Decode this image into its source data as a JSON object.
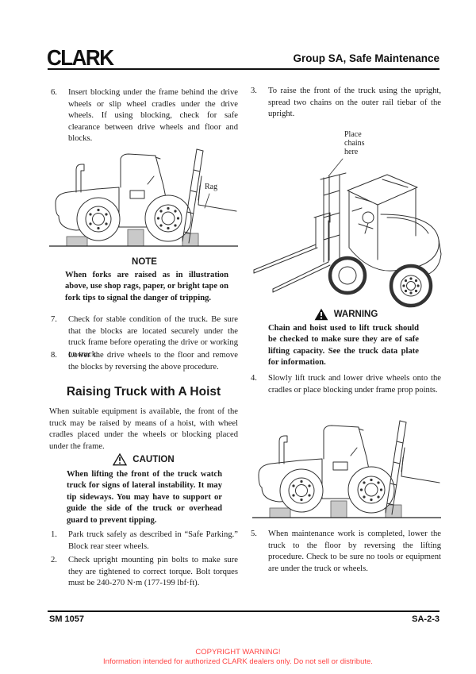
{
  "colors": {
    "ink": "#111111",
    "copyright_red": "#ff4444",
    "block_gray": "#c9c9c9"
  },
  "header": {
    "logo": "CLARK",
    "title": "Group SA, Safe Maintenance"
  },
  "left": {
    "step6": {
      "num": "6.",
      "text": "Insert blocking under the frame behind the drive wheels or slip wheel cradles under the drive wheels. If using blocking, check for safe clearance between drive wheels and floor and blocks."
    },
    "fig1_label": "Rag",
    "note_title": "NOTE",
    "note_text": "When forks are raised as in illustration above, use shop rags, paper, or bright tape on fork tips to signal the danger of tripping.",
    "step7": {
      "num": "7.",
      "text": "Check for stable condition of the truck. Be sure that the blocks are located securely under the truck frame before operating the drive or working on truck."
    },
    "step8": {
      "num": "8.",
      "text": "Lower the drive wheels to the floor and remove the blocks by reversing the above procedure."
    },
    "section_title": "Raising Truck with A Hoist",
    "section_intro": "When suitable equipment is available, the front of the truck may be raised by means of a hoist, with wheel cradles placed under the wheels or blocking placed under the frame.",
    "caution_title": "CAUTION",
    "caution_text": "When lifting the front of the truck watch truck for signs of lateral instability. It may tip sideways. You may have to support or guide the side of the truck or overhead guard to prevent tipping.",
    "step1": {
      "num": "1.",
      "text": "Park truck safely as described in “Safe Parking.” Block rear steer wheels."
    },
    "step2": {
      "num": "2.",
      "text": "Check upright mounting pin bolts to make sure they are tightened to correct torque. Bolt torques must be 240-270 N·m (177-199 lbf·ft)."
    }
  },
  "right": {
    "step3": {
      "num": "3.",
      "text": "To raise the front of the truck using the upright, spread two chains on the outer rail tiebar of the upright."
    },
    "fig2_label": "Place\nchains\nhere",
    "warning_title": "WARNING",
    "warning_text": "Chain and hoist used to lift truck should be checked to make sure they are of safe lifting capacity. See the truck data plate for information.",
    "step4": {
      "num": "4.",
      "text": "Slowly lift truck and lower drive wheels onto the cradles or place blocking under frame prop points."
    },
    "step5": {
      "num": "5.",
      "text": "When maintenance work is completed, lower the truck to the floor by reversing the lifting procedure. Check to be sure no tools or equipment are under the truck or wheels."
    }
  },
  "footer": {
    "left": "SM 1057",
    "right": "SA-2-3"
  },
  "copyright": {
    "line1": "COPYRIGHT WARNING!",
    "line2": "Information intended for authorized CLARK dealers only. Do not sell or distribute."
  }
}
